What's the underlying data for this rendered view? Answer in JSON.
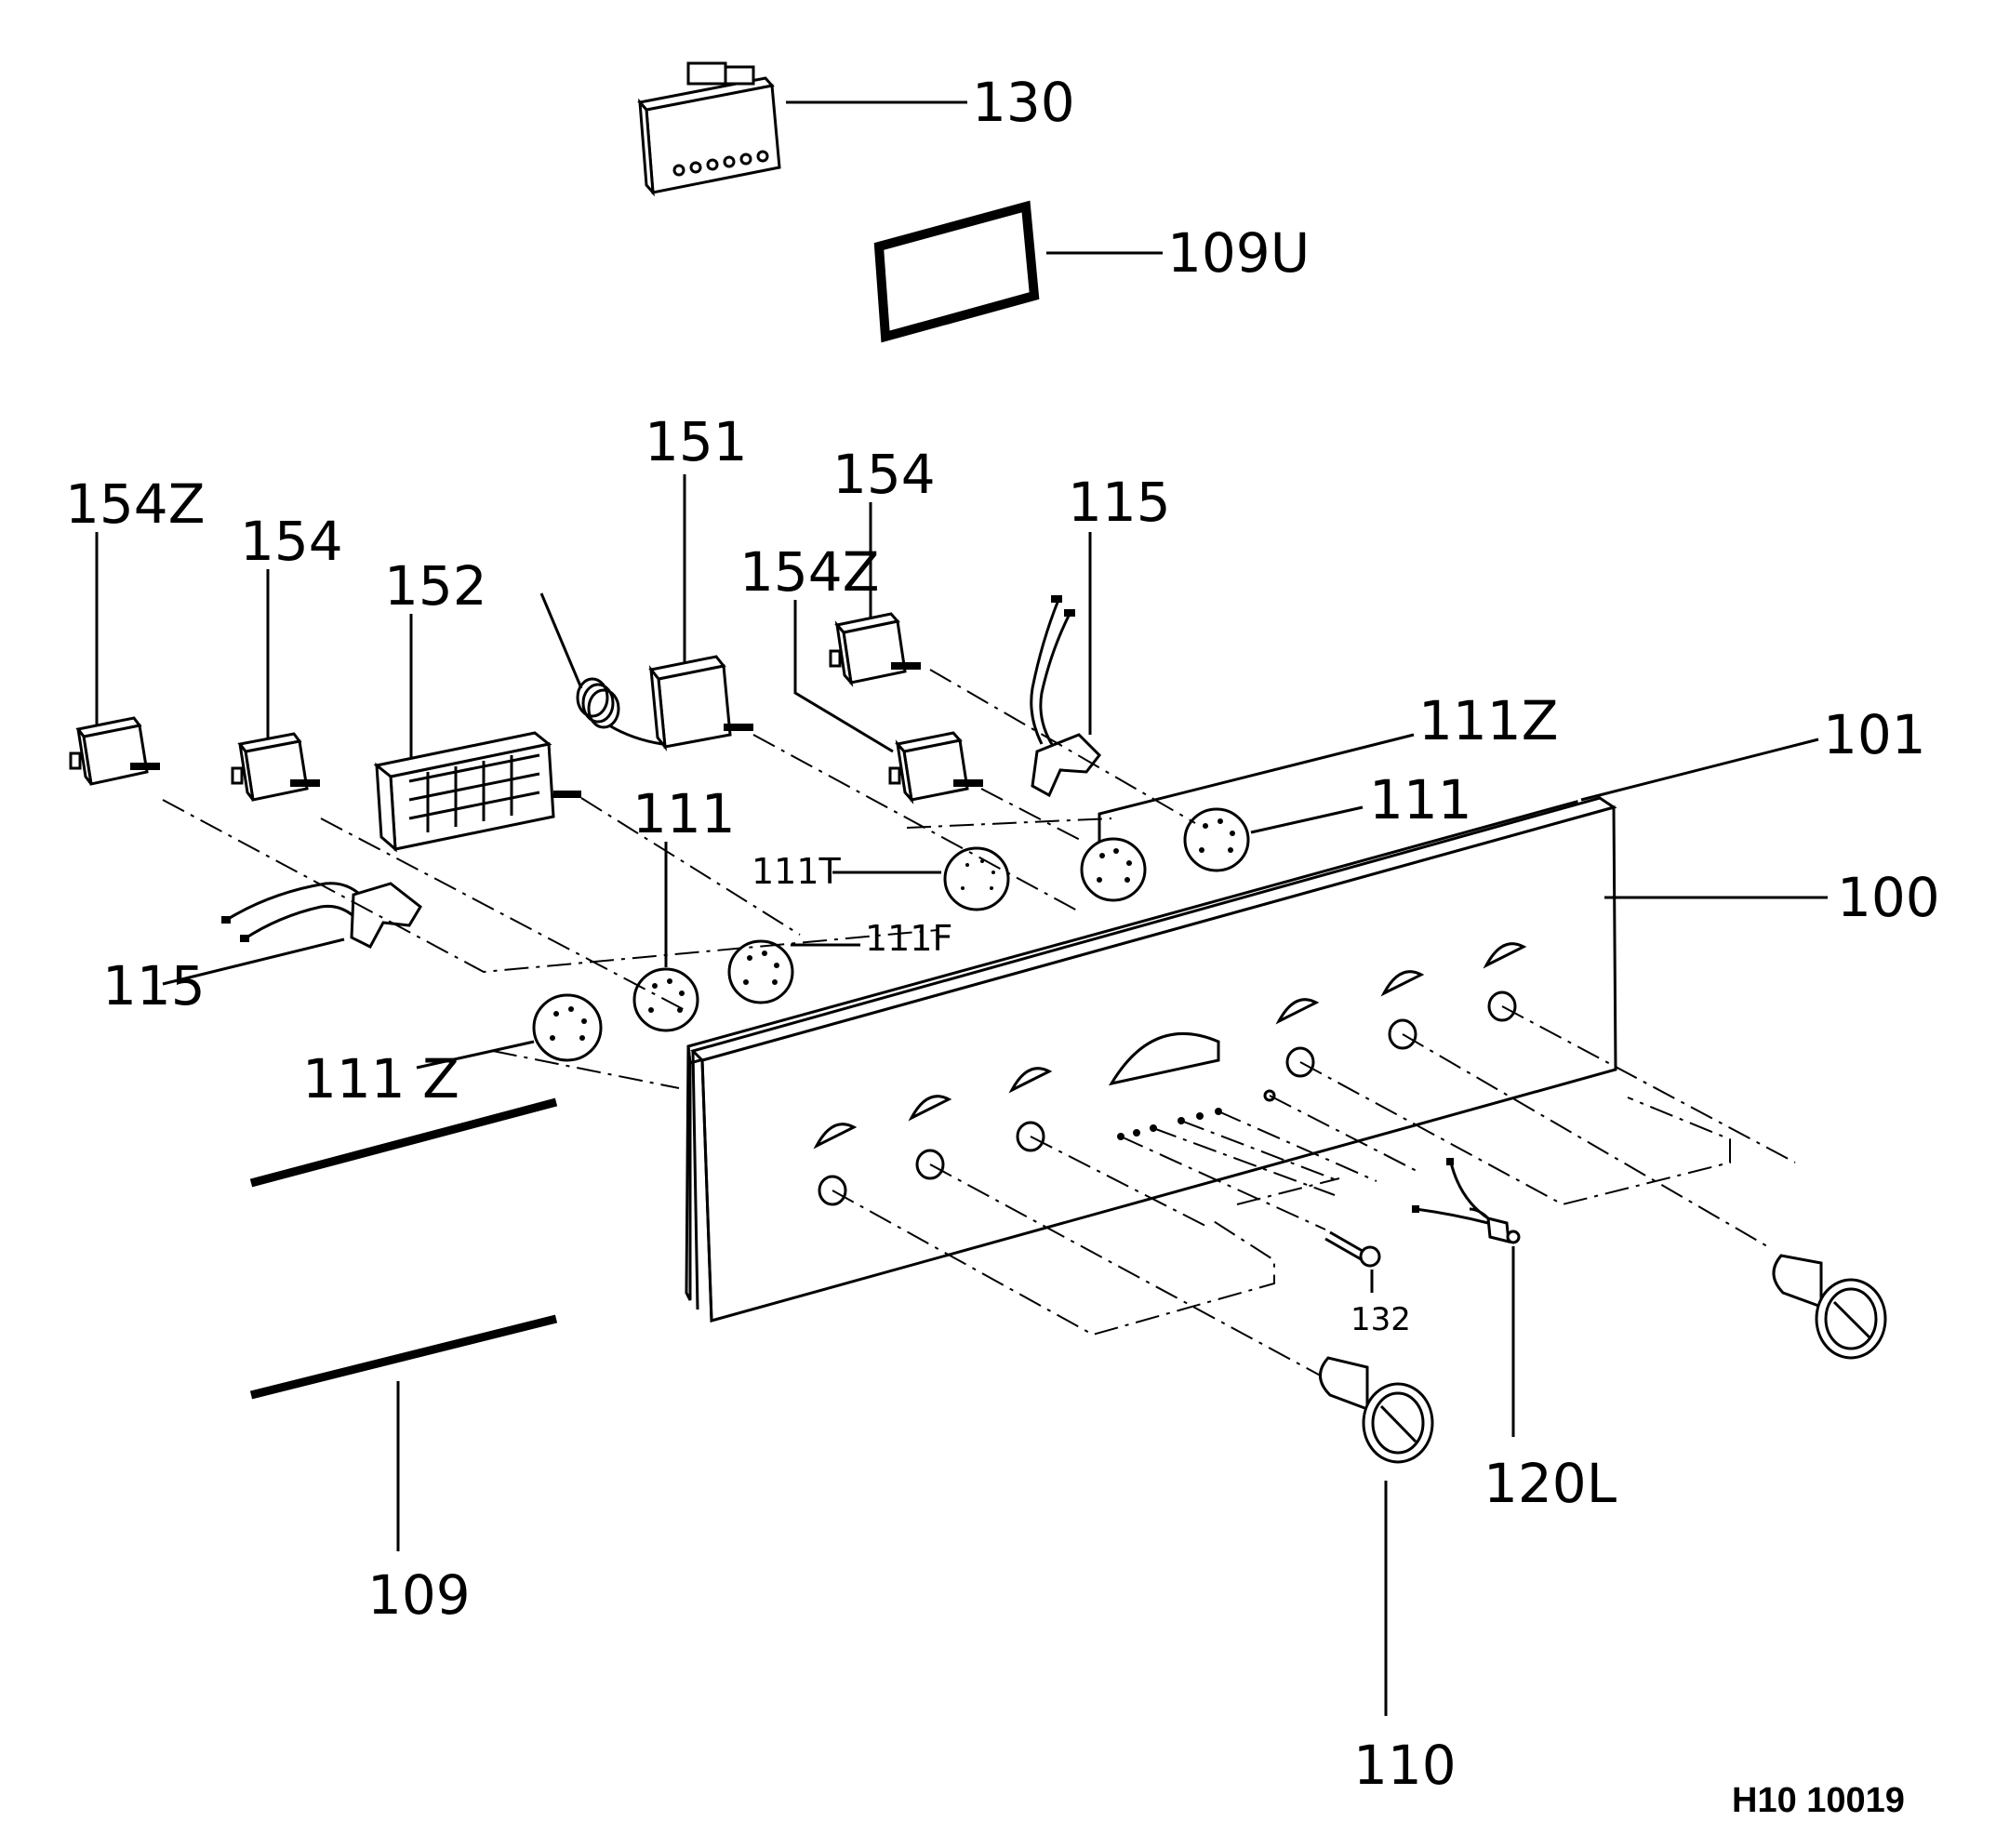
{
  "labels": {
    "l130": "130",
    "l109U": "109U",
    "l151": "151",
    "l154_mid": "154",
    "l115_top": "115",
    "l154Z_left": "154Z",
    "l154_left": "154",
    "l152": "152",
    "l154Z_mid": "154Z",
    "l111Z_right": "111Z",
    "l101": "101",
    "l111_mid": "111",
    "l111_right": "111",
    "l111T": "111T",
    "l100": "100",
    "l111F": "111F",
    "l115_left": "115",
    "l111Z_left": "111 Z",
    "l132": "132",
    "l120L": "120L",
    "l109": "109",
    "l110": "110"
  },
  "drawing_ref": "H10 10019",
  "icons": {
    "clock": "clock-module-icon",
    "gasket": "window-gasket-icon",
    "switch": "rotary-switch-icon",
    "thermostat": "thermostat-icon",
    "selector": "selector-switch-icon",
    "bracket": "lamp-bracket-icon",
    "dial": "dial-disc-icon",
    "knob": "control-knob-icon",
    "panel": "control-panel-icon",
    "rod": "gasket-strip-icon",
    "screw": "screw-icon",
    "lamp": "indicator-lamp-icon"
  }
}
